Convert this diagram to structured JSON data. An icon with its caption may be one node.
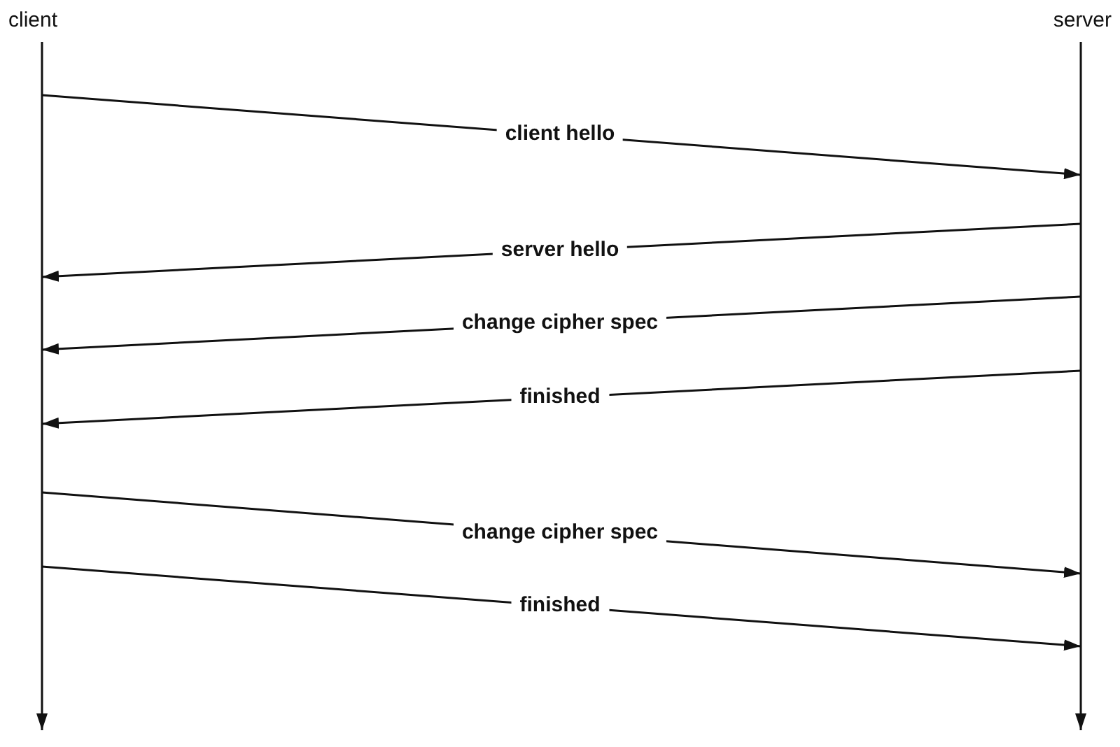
{
  "diagram": {
    "nodes": [
      {
        "text": [
          "client"
        ]
      },
      {
        "text": [
          "server"
        ]
      }
    ],
    "edges": [
      {
        "from": 0,
        "to": 1,
        "arrow": "to",
        "label": "client hello"
      },
      {
        "from": 1,
        "to": 0,
        "arrow": "to",
        "label": "server hello"
      },
      {
        "from": 1,
        "to": 0,
        "arrow": "to",
        "label": "change cipher spec"
      },
      {
        "from": 1,
        "to": 0,
        "arrow": "to",
        "label": "finished"
      },
      {
        "from": 0,
        "to": 1,
        "arrow": "to",
        "label": "change cipher spec"
      },
      {
        "from": 0,
        "to": 1,
        "arrow": "to",
        "label": "finished"
      }
    ]
  }
}
